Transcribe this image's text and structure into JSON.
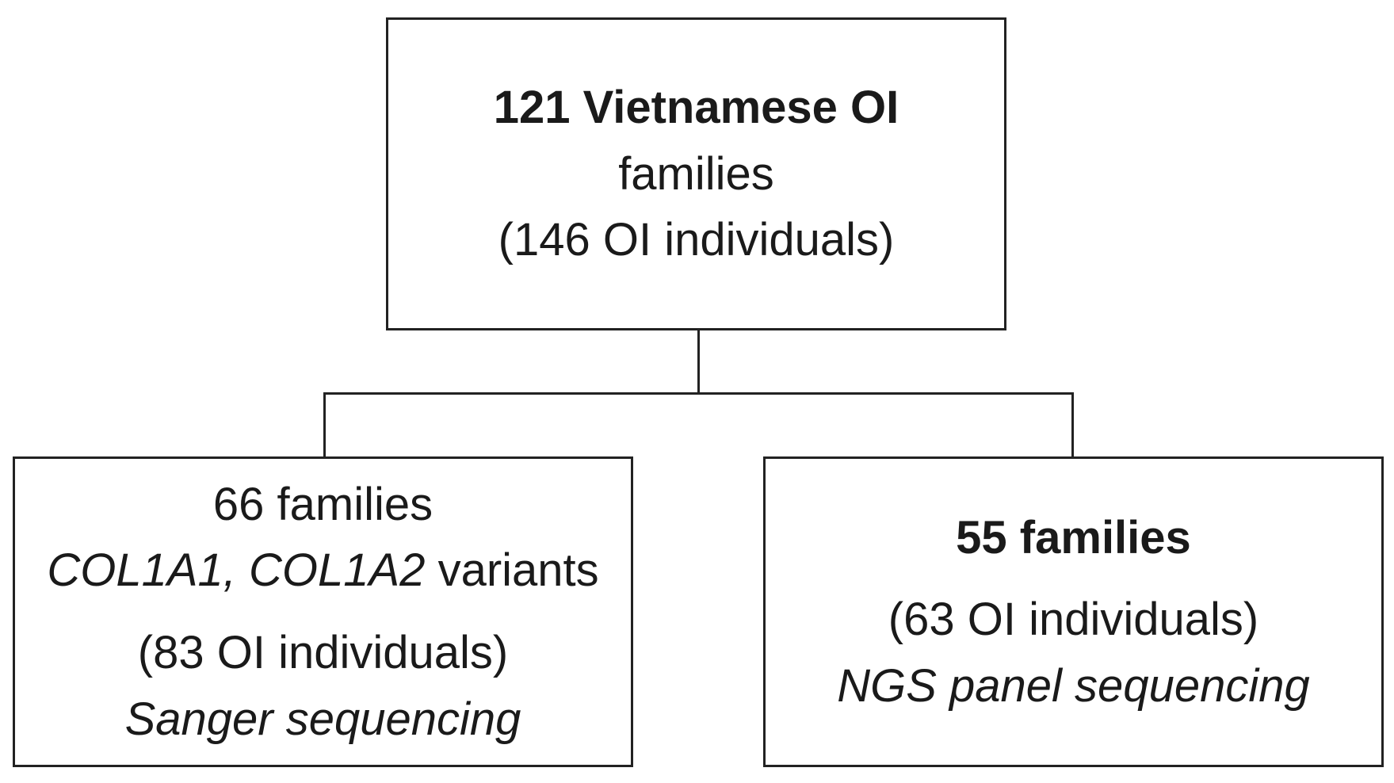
{
  "top": {
    "line1": "121 Vietnamese OI",
    "line2": "families",
    "line3": "(146 OI individuals)"
  },
  "left": {
    "line1": "66 families",
    "genes": "COL1A1, COL1A2",
    "genes_suffix": " variants",
    "line3": "(83 OI individuals)",
    "line4": "Sanger sequencing"
  },
  "right": {
    "line1": "55 families",
    "line2": "(63 OI individuals)",
    "line3": "NGS panel sequencing"
  }
}
